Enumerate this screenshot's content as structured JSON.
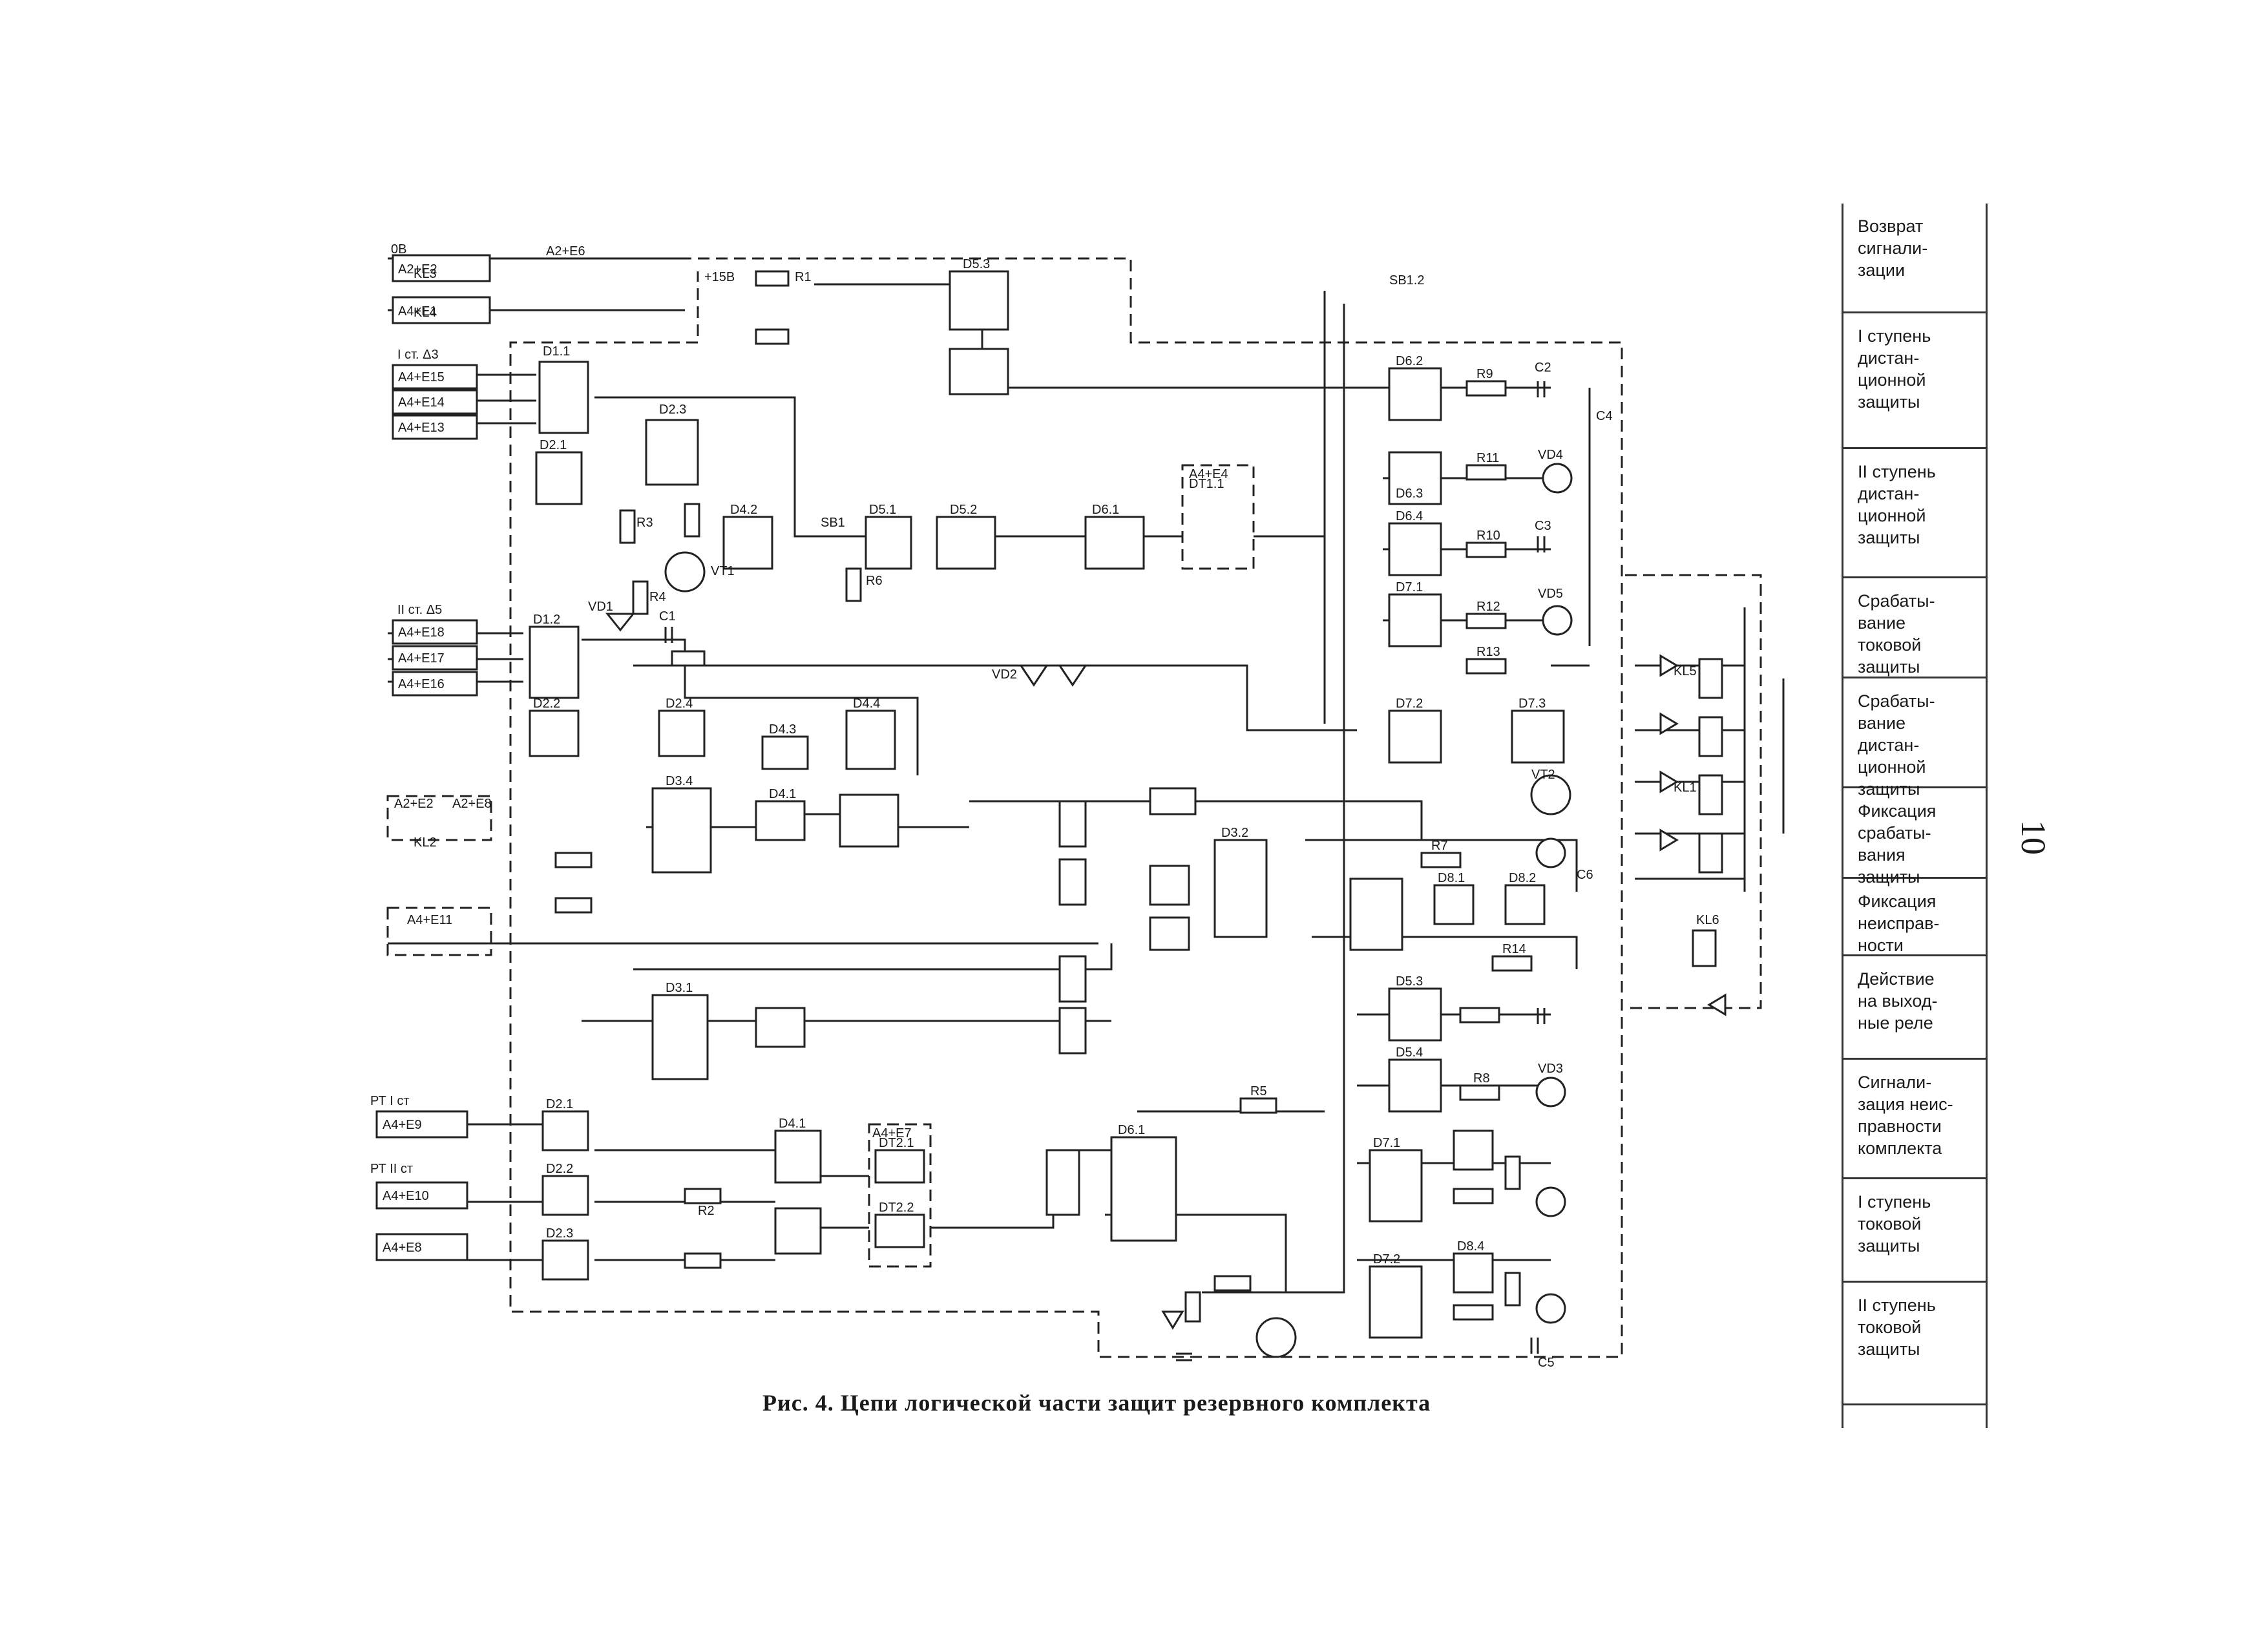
{
  "caption": "Рис. 4. Цепи логической части защит резервного комплекта",
  "page_number": "10",
  "legend": [
    "Возврат\nсигнали-\nзации",
    "I ступень\nдистан-\nционной\nзащиты",
    "II ступень\nдистан-\nционной\nзащиты",
    "Срабаты-\nвание\nтоковой\nзащиты",
    "Срабаты-\nвание\nдистан-\nционной\nзащиты",
    "Фиксация\nсрабаты-\nвания\nзащиты",
    "Фиксация\nнеисправ-\nности",
    "Действие\nна выход-\nные реле",
    "Сигнали-\nзация неис-\nправности\nкомплекта",
    "I ступень\nтоковой\nзащиты",
    "II ступень\nтоковой\nзащиты"
  ],
  "input_labels": {
    "ic3": "I ст. Δ3",
    "ic5": "II ст. Δ5",
    "rt1": "РТ I ст",
    "rt2": "РТ II ст",
    "ob": "0В"
  },
  "connectors": [
    "А2+Е2",
    "А4+Е1",
    "А2+Е6",
    "А4+Е15",
    "А4+Е14",
    "А4+Е13",
    "А4+Е18",
    "А4+Е17",
    "А4+Е16",
    "А2+Е2",
    "А2+Е8",
    "А4+Е11",
    "А4+Е9",
    "А4+Е10",
    "А4+Е8",
    "А4+Е4",
    "А4+Е7"
  ],
  "elements": {
    "relays": [
      "KL3",
      "KL4",
      "KL2",
      "KL1",
      "KL5",
      "KL6"
    ],
    "gates": [
      "D1.1",
      "D2.3",
      "D2.1",
      "D4.2",
      "D5.1",
      "D5.2",
      "D6.1",
      "D5.3",
      "DT1.1",
      "D1.2",
      "D2.2",
      "D2.4",
      "D4.3",
      "D4.4",
      "D3.4",
      "D4.1",
      "D3.1",
      "D3.2",
      "D2.1",
      "D2.2",
      "D2.3",
      "D4.1",
      "DT2.1",
      "DT2.2",
      "D6.1",
      "D6.2",
      "D6.3",
      "D6.4",
      "D7.1",
      "D7.2",
      "D7.3",
      "D8.1",
      "D8.2",
      "D5.3",
      "D5.4",
      "D7.1",
      "D7.2",
      "D8.4"
    ],
    "resistors": [
      "R1",
      "R2",
      "R3",
      "R4",
      "R5",
      "R6",
      "R7",
      "R8",
      "R9",
      "R10",
      "R11",
      "R12",
      "R13",
      "R14"
    ],
    "capacitors": [
      "C1",
      "C2",
      "C3",
      "C4",
      "C5",
      "C6"
    ],
    "diodes": [
      "VD1",
      "VD2",
      "VD3",
      "VD4",
      "VD5"
    ],
    "transistors": [
      "VT1",
      "VT2"
    ],
    "switches": [
      "SB1",
      "SB1.2"
    ],
    "supply": "+15В"
  }
}
